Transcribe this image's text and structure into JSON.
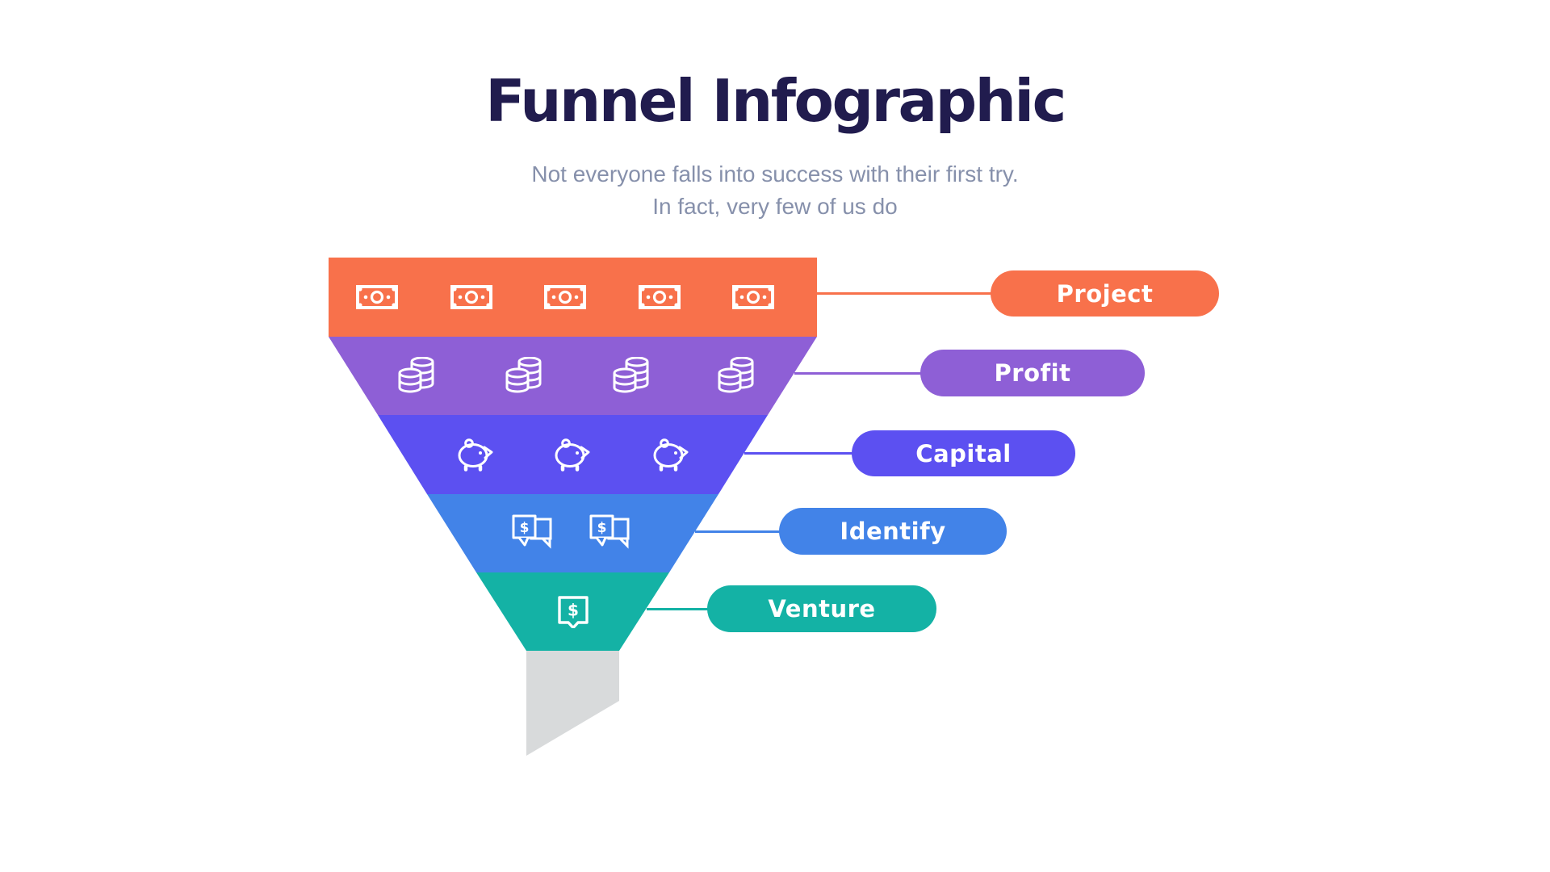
{
  "header": {
    "title": "Funnel Infographic",
    "subtitle_line1": "Not everyone falls into success with their first try.",
    "subtitle_line2": "In fact, very few of us do"
  },
  "funnel": {
    "stages": [
      {
        "label": "Project",
        "color": "#F8714B",
        "icon": "banknote-icon",
        "icon_count": 5
      },
      {
        "label": "Profit",
        "color": "#8E5FD6",
        "icon": "coins-icon",
        "icon_count": 4
      },
      {
        "label": "Capital",
        "color": "#5C50F1",
        "icon": "piggy-bank-icon",
        "icon_count": 3
      },
      {
        "label": "Identify",
        "color": "#4283E8",
        "icon": "dollar-chat-icon",
        "icon_count": 2
      },
      {
        "label": "Venture",
        "color": "#14B2A5",
        "icon": "dollar-tag-icon",
        "icon_count": 1
      }
    ],
    "spout_color": "#D8DADB"
  },
  "colors": {
    "title": "#211C4E",
    "subtitle": "#8690AB",
    "background": "#FFFFFF",
    "icon_stroke": "#FFFFFF"
  }
}
